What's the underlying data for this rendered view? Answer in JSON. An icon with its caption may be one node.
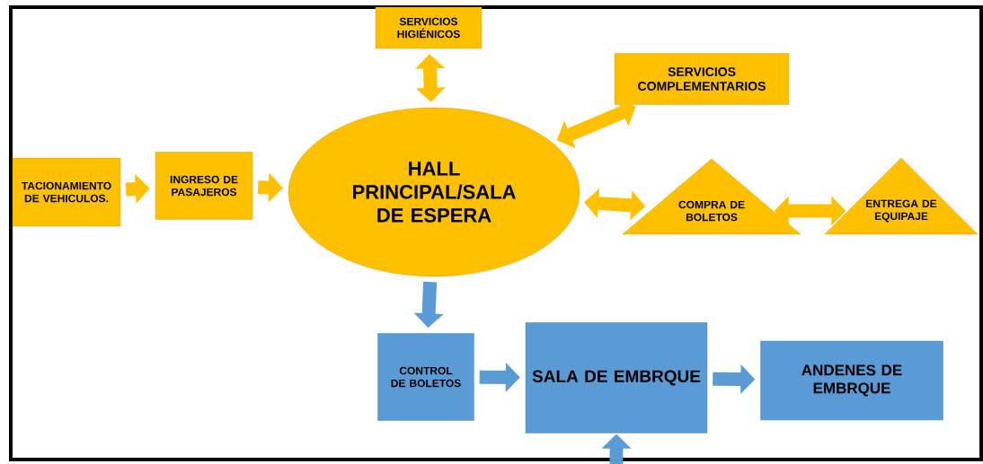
{
  "diagram": {
    "nodes": [
      {
        "text": [
          "TACIONAMIENTO DE VEHICULOS."
        ]
      },
      {
        "text": [
          "INGRESO DE PASAJEROS"
        ]
      },
      {
        "text": [
          "HALL PRINCIPAL/SALA DE ESPERA"
        ]
      },
      {
        "text": [
          "SERVICIOS HIGIÉNICOS"
        ]
      },
      {
        "text": [
          "SERVICIOS COMPLEMENTARIOS"
        ]
      },
      {
        "text": [
          "COMPRA DE BOLETOS"
        ]
      },
      {
        "text": [
          "ENTREGA DE EQUIPAJE"
        ]
      },
      {
        "text": [
          "CONTROL DE BOLETOS"
        ]
      },
      {
        "text": [
          "SALA DE EMBRQUE"
        ]
      },
      {
        "text": [
          "ANDENES DE EMBRQUE"
        ]
      }
    ],
    "edges": [
      {
        "from": 0,
        "to": 1,
        "arrow": "to"
      },
      {
        "from": 1,
        "to": 2,
        "arrow": "to"
      },
      {
        "from": 3,
        "to": 2,
        "arrow": "both"
      },
      {
        "from": 4,
        "to": 2,
        "arrow": "both"
      },
      {
        "from": 2,
        "to": 5,
        "arrow": "both"
      },
      {
        "from": 5,
        "to": 6,
        "arrow": "both"
      },
      {
        "from": 2,
        "to": 7,
        "arrow": "to",
        "color": "#5b9bd5"
      },
      {
        "from": 7,
        "to": 8,
        "arrow": "to",
        "color": "#5b9bd5"
      },
      {
        "from": 8,
        "to": 9,
        "arrow": "to",
        "color": "#5b9bd5"
      },
      {
        "from": null,
        "to": 8,
        "arrow": "to",
        "color": "#5b9bd5"
      }
    ]
  }
}
